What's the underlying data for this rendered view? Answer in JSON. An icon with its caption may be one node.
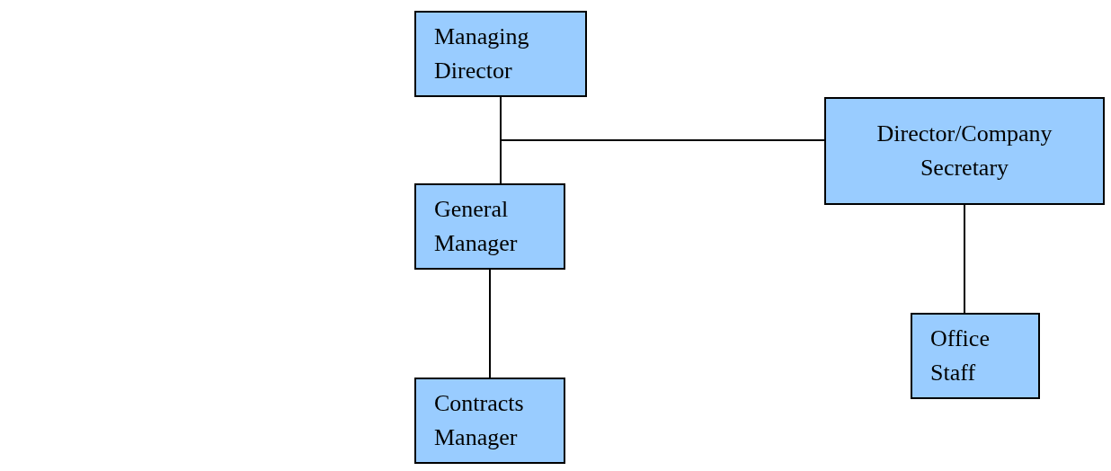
{
  "diagram": {
    "nodes": [
      {
        "text": [
          "Managing Director"
        ]
      },
      {
        "text": [
          "Director/Company Secretary"
        ]
      },
      {
        "text": [
          "General Manager"
        ]
      },
      {
        "text": [
          "Office Staff"
        ]
      },
      {
        "text": [
          "Contracts Manager"
        ]
      }
    ],
    "edges": [
      {
        "from": 0,
        "to": 2,
        "arrow": "none"
      },
      {
        "from": 0,
        "to": 1,
        "arrow": "none"
      },
      {
        "from": 2,
        "to": 4,
        "arrow": "none"
      },
      {
        "from": 1,
        "to": 3,
        "arrow": "none"
      }
    ]
  }
}
